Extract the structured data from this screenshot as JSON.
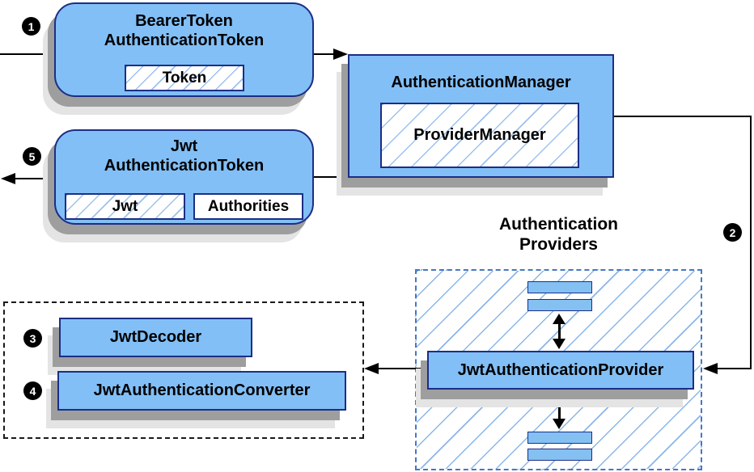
{
  "badges": {
    "step1": "1",
    "step2": "2",
    "step3": "3",
    "step4": "4",
    "step5": "5"
  },
  "nodes": {
    "bearer_token_authentication_token": {
      "title_line1": "BearerToken",
      "title_line2": "AuthenticationToken",
      "field_token": "Token"
    },
    "authentication_manager": {
      "title": "AuthenticationManager",
      "implementation": "ProviderManager"
    },
    "jwt_authentication_token": {
      "title_line1": "Jwt",
      "title_line2": "AuthenticationToken",
      "field_jwt": "Jwt",
      "field_authorities": "Authorities"
    },
    "authentication_providers_group": {
      "label_line1": "Authentication",
      "label_line2": "Providers"
    },
    "jwt_authentication_provider": {
      "title": "JwtAuthenticationProvider"
    },
    "jwt_decoder": {
      "title": "JwtDecoder"
    },
    "jwt_authentication_converter": {
      "title": "JwtAuthenticationConverter"
    }
  },
  "colors": {
    "node_fill": "#82bff6",
    "node_border": "#1c2e85",
    "hatch_line": "#9cc2ee",
    "blue_dashed_border": "#4677c0",
    "black_dashed_border": "#1a1a1a",
    "shadow_dark": "#9e9e9e",
    "shadow_light": "#e4e4e4",
    "badge_fill": "#000000",
    "badge_text": "#ffffff"
  }
}
